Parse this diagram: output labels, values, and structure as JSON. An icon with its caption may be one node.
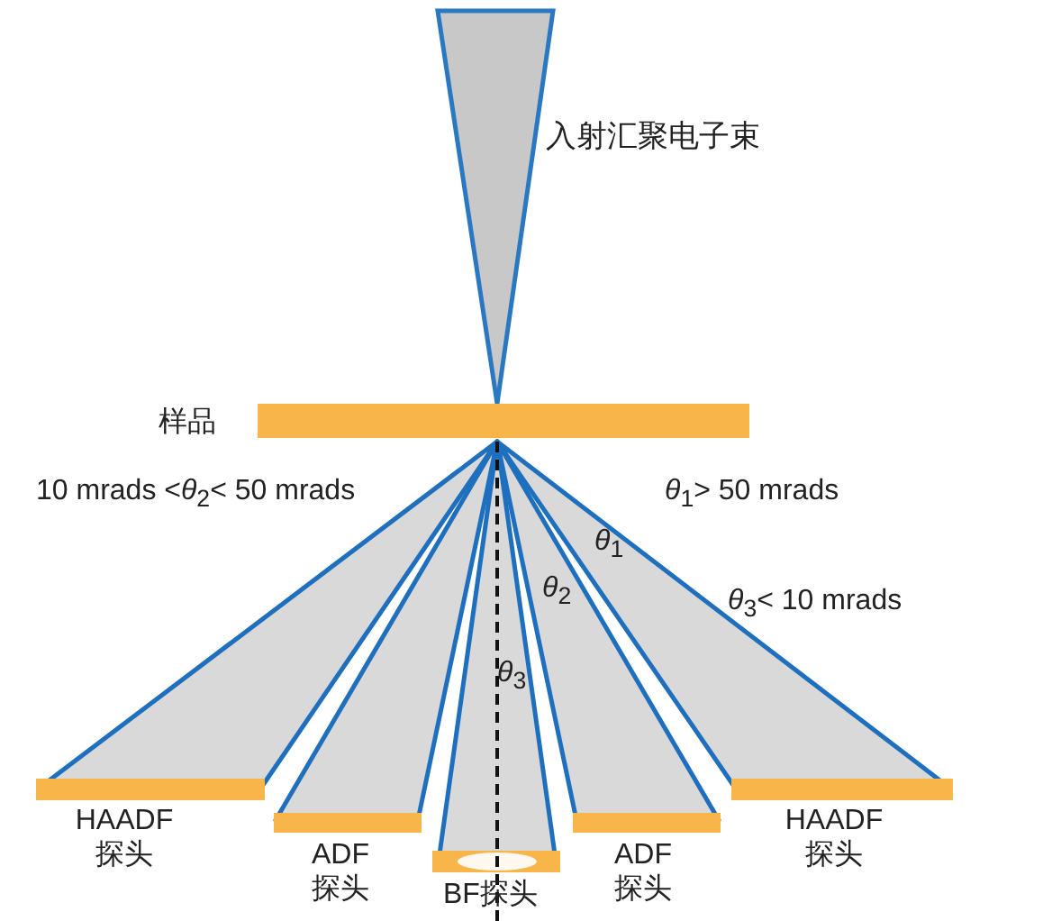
{
  "diagram": {
    "labels": [
      "入射汇聚电子束",
      "样品",
      "10 mrads <*θ*$_{2}$< 50 mrads",
      "*θ*$_{1}$> 50 mrads",
      "*θ*$_{1}$",
      "*θ*$_{2}$",
      "*θ*$_{3}$< 10 mrads",
      "*θ*$_{3}$",
      "HAADF 探头",
      "ADF 探头",
      "BF探头",
      "ADF 探头",
      "HAADF 探头"
    ]
  }
}
